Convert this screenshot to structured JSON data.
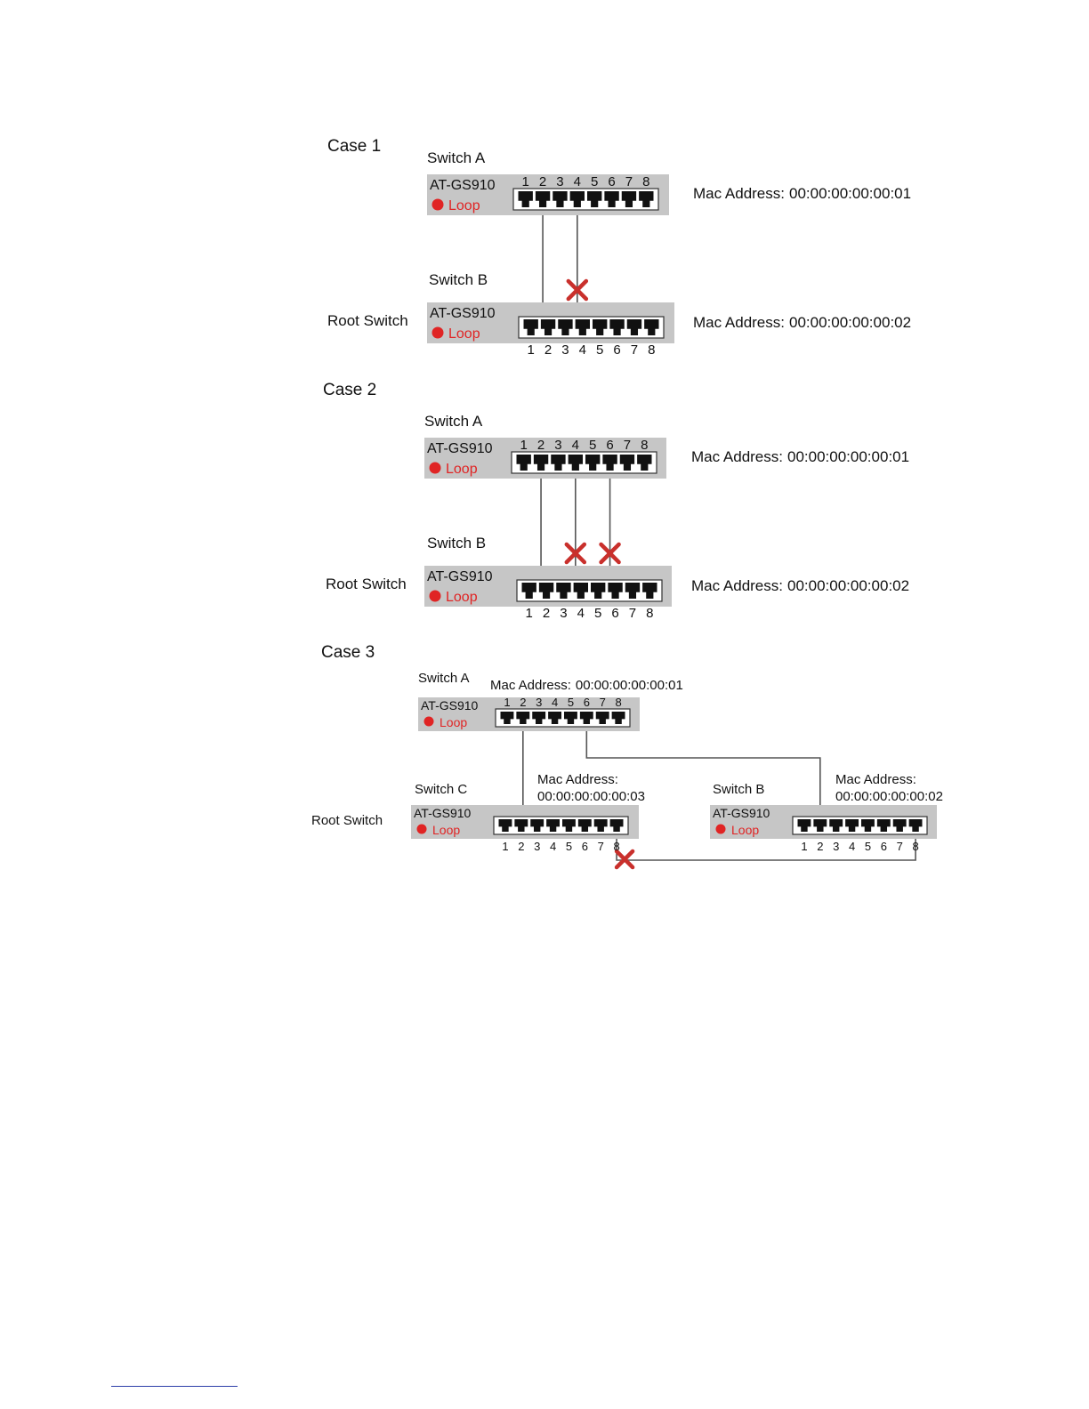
{
  "labels": {
    "model": "AT-GS910",
    "loop": "Loop",
    "mac_prefix": "Mac Address:",
    "root_switch": "Root Switch",
    "ports": [
      "1",
      "2",
      "3",
      "4",
      "5",
      "6",
      "7",
      "8"
    ]
  },
  "colors": {
    "switch_body": "#c6c6c6",
    "port_panel": "#ffffff",
    "port": "#111111",
    "loop_led": "#e02424",
    "block_x": "#c9302c",
    "cable": "#555555"
  },
  "cases": [
    {
      "title": "Case 1",
      "switches": [
        {
          "id": "A",
          "name": "Switch A",
          "mac": "00:00:00:00:00:01",
          "root": false
        },
        {
          "id": "B",
          "name": "Switch B",
          "mac": "00:00:00:00:00:02",
          "root": true
        }
      ],
      "links": [
        {
          "from": "A",
          "from_port": 2,
          "to": "B",
          "to_port": 2,
          "blocked": false
        },
        {
          "from": "A",
          "from_port": 4,
          "to": "B",
          "to_port": 4,
          "blocked": true
        }
      ]
    },
    {
      "title": "Case 2",
      "switches": [
        {
          "id": "A",
          "name": "Switch A",
          "mac": "00:00:00:00:00:01",
          "root": false
        },
        {
          "id": "B",
          "name": "Switch B",
          "mac": "00:00:00:00:00:02",
          "root": true
        }
      ],
      "links": [
        {
          "from": "A",
          "from_port": 2,
          "to": "B",
          "to_port": 2,
          "blocked": false
        },
        {
          "from": "A",
          "from_port": 4,
          "to": "B",
          "to_port": 4,
          "blocked": true
        },
        {
          "from": "A",
          "from_port": 6,
          "to": "B",
          "to_port": 6,
          "blocked": true
        }
      ]
    },
    {
      "title": "Case 3",
      "switches": [
        {
          "id": "A",
          "name": "Switch A",
          "mac": "00:00:00:00:00:01",
          "root": false
        },
        {
          "id": "C",
          "name": "Switch C",
          "mac": "00:00:00:00:00:03",
          "root": true
        },
        {
          "id": "B",
          "name": "Switch B",
          "mac": "00:00:00:00:00:02",
          "root": false
        }
      ],
      "links": [
        {
          "from": "A",
          "from_port": 2,
          "to": "C",
          "to_port": 2,
          "blocked": false
        },
        {
          "from": "A",
          "from_port": 6,
          "to": "B",
          "to_port": 2,
          "blocked": false
        },
        {
          "from": "C",
          "from_port": 8,
          "to": "B",
          "to_port": 8,
          "blocked": true
        }
      ]
    }
  ]
}
